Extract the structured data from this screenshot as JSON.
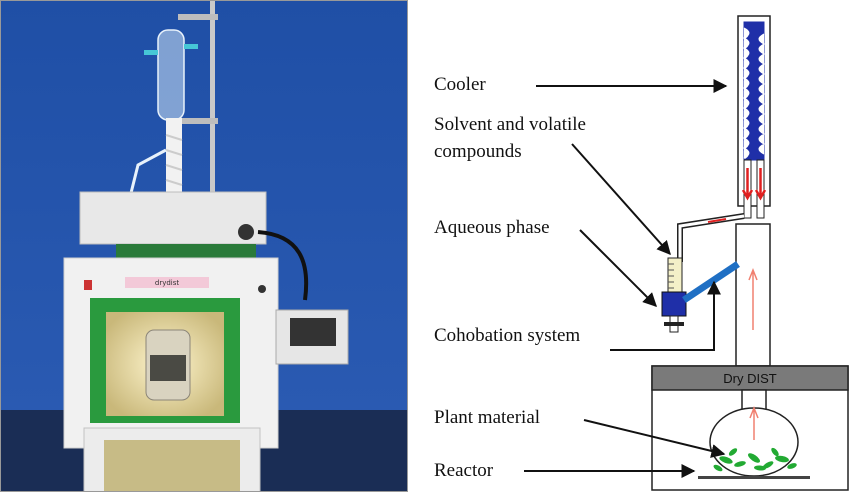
{
  "photo": {
    "panel_label": "drydist"
  },
  "labels": {
    "cooler": "Cooler",
    "solvent_line1": "Solvent and volatile",
    "solvent_line2": "compounds",
    "aqueous": "Aqueous phase",
    "cohobation": "Cohobation system",
    "plant": "Plant material",
    "reactor": "Reactor"
  },
  "apparatus": {
    "box_label": "Dry DIST"
  },
  "colors": {
    "photo_background": "#2a55a8",
    "coil_blue": "#1f2fa8",
    "arrow_red": "#e02020",
    "plant_green": "#22aa33",
    "box_gray": "#7a7a7a"
  }
}
